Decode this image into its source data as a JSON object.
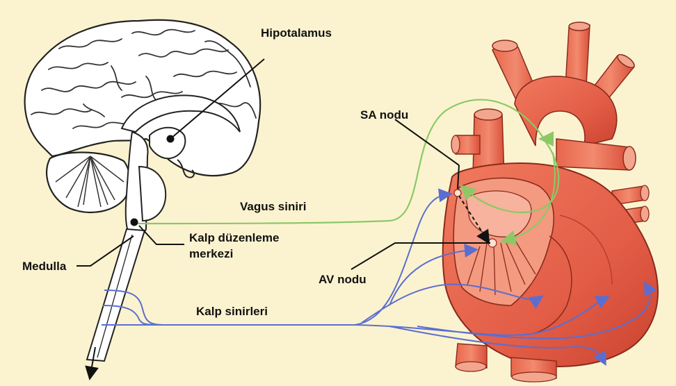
{
  "labels": {
    "hypothalamus": "Hipotalamus",
    "sa_node": "SA nodu",
    "vagus": "Vagus siniri",
    "cardiac_center_line1": "Kalp düzenleme",
    "cardiac_center_line2": "merkezi",
    "medulla": "Medulla",
    "av_node": "AV nodu",
    "cardiac_nerves": "Kalp sinirleri"
  },
  "colors": {
    "background": "#fbf3cf",
    "vagus_nerve": "#8cc866",
    "cardiac_nerves": "#5b6ed0",
    "heart": "#e0604a",
    "brain_fill": "#ffffff",
    "outline": "#222222"
  }
}
